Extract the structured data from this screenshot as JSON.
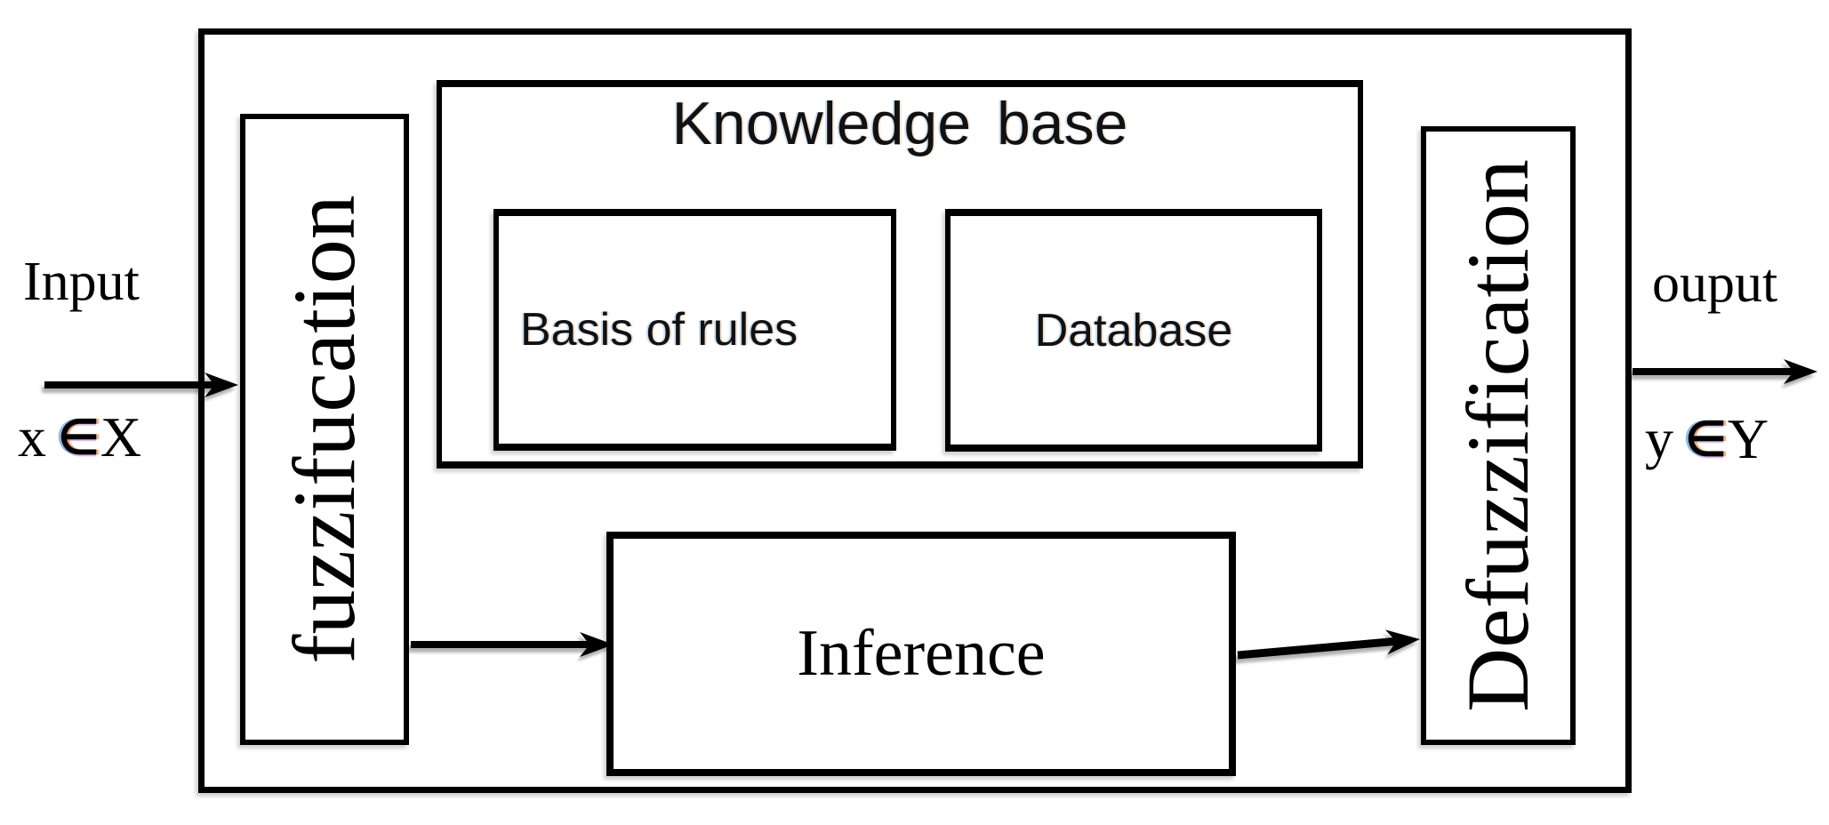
{
  "boxes": {
    "fuzzification": {
      "label": "fuzzifucation"
    },
    "knowledge_base": {
      "title": "Knowledge base"
    },
    "basis_of_rules": {
      "label": "Basis of rules"
    },
    "database": {
      "label": "Database"
    },
    "inference": {
      "label": "Inference"
    },
    "defuzzification": {
      "label": "Defuzzification"
    }
  },
  "io": {
    "input": {
      "label": "Input",
      "variable": "x",
      "element_symbol": "∈",
      "set": "X"
    },
    "output": {
      "label": "ouput",
      "variable": "y",
      "element_symbol": "∈",
      "set": "Y"
    }
  },
  "colors": {
    "line": "#000000",
    "background": "#ffffff",
    "text": "#000000",
    "element_symbol_fringe_left": "#2e7fd0",
    "element_symbol_fringe_right": "#e07820"
  }
}
